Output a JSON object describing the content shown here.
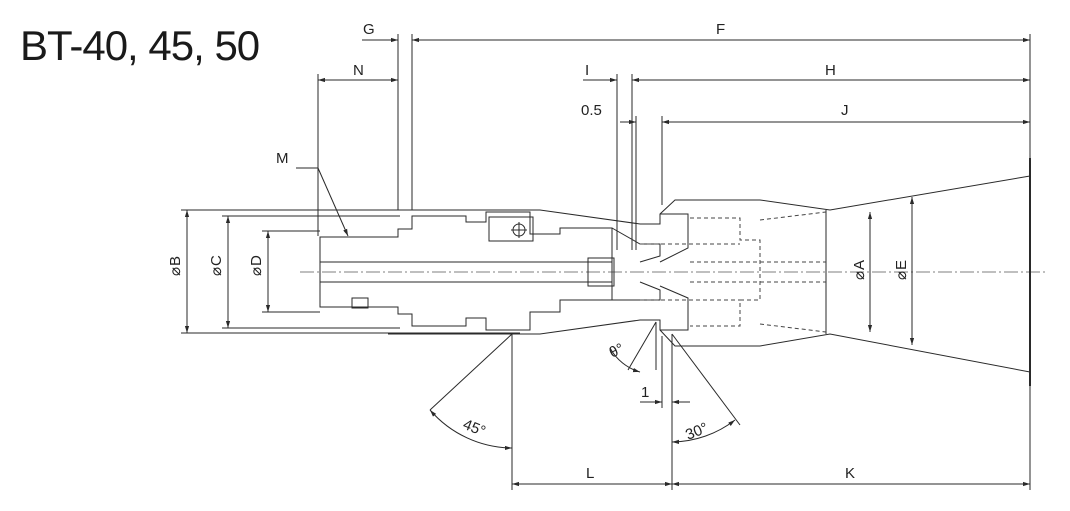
{
  "title": "BT-40, 45, 50",
  "dimensions": {
    "F": "F",
    "G": "G",
    "H": "H",
    "I": "I",
    "J": "J",
    "N": "N",
    "M": "M",
    "K": "K",
    "L": "L",
    "gap": "0.5",
    "one": "1",
    "A": "A",
    "B": "B",
    "C": "C",
    "D": "D",
    "E": "E"
  },
  "angles": {
    "a45": "45°",
    "a30": "30°",
    "theta": "θ°"
  },
  "colors": {
    "line": "#2a2a2a",
    "center": "#555555"
  }
}
